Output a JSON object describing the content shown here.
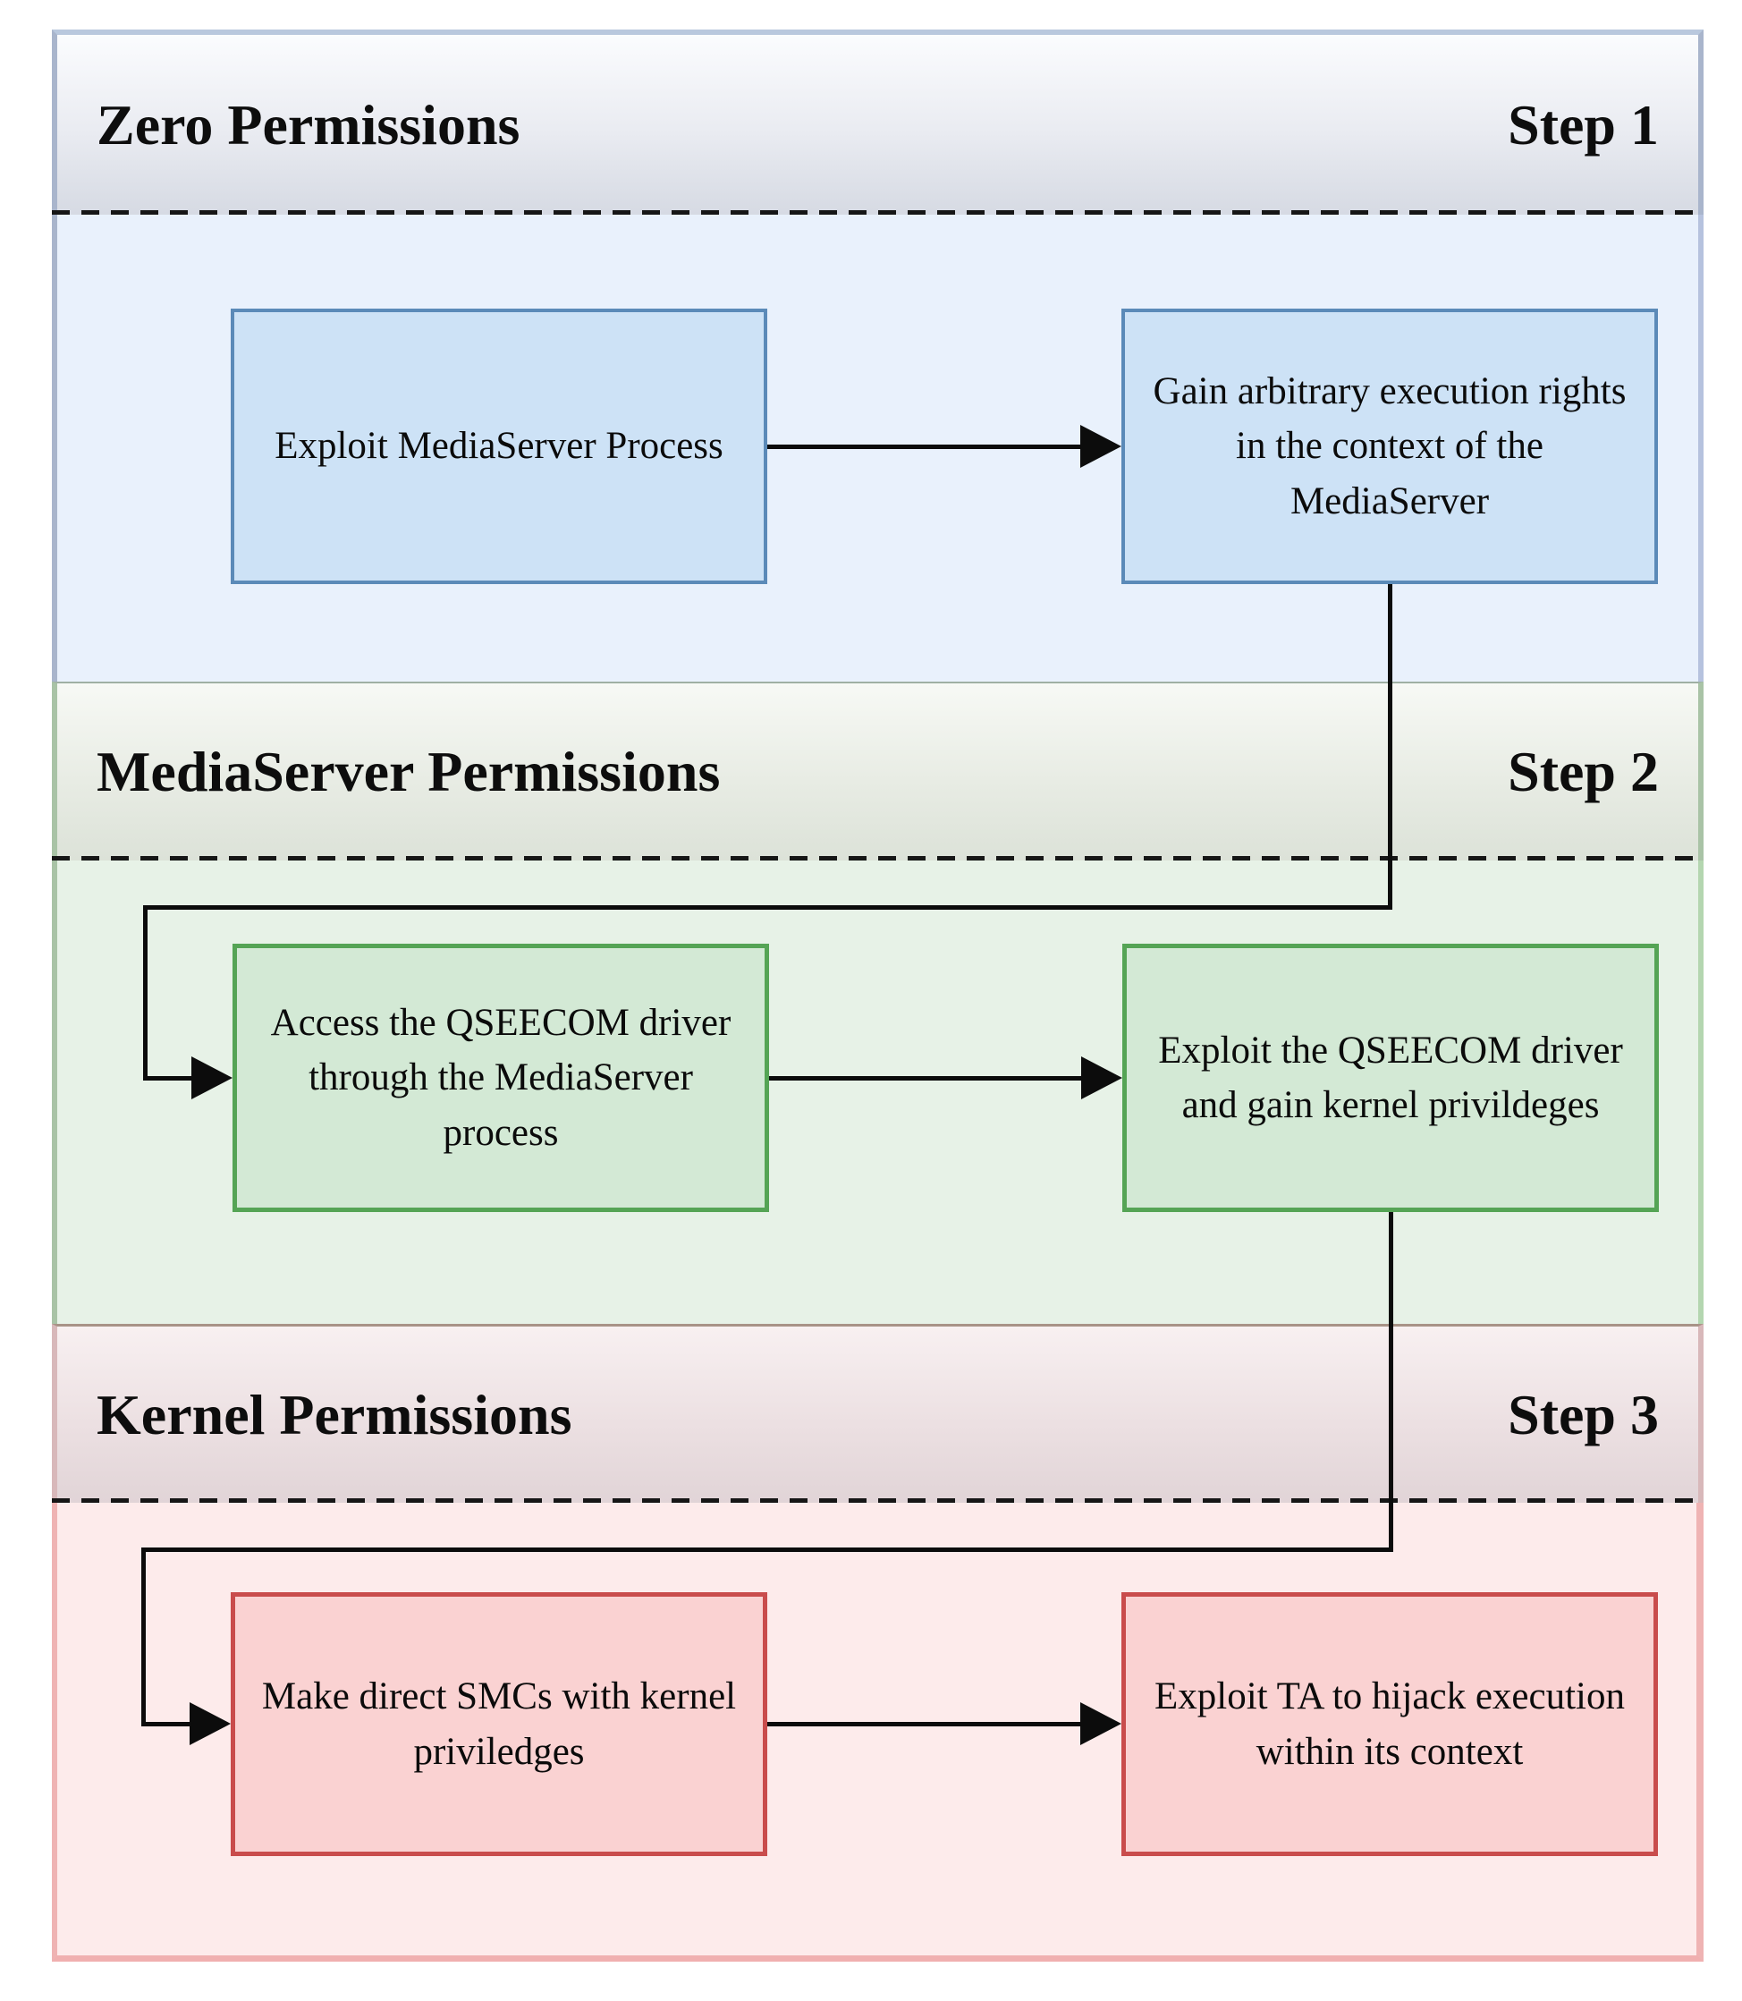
{
  "figure": {
    "type": "flowchart",
    "bands": [
      {
        "label": "Zero Permissions",
        "step": "Step 1",
        "boxes": [
          {
            "text": "Exploit MediaServer Process"
          },
          {
            "text": "Gain arbitrary execution rights in the context of the MediaServer"
          }
        ],
        "colors": {
          "header": "#e9ebf1",
          "content": "#e9f1fc",
          "box_fill": "#cde2f6",
          "box_border": "#5b8ab8"
        }
      },
      {
        "label": "MediaServer Permissions",
        "step": "Step 2",
        "boxes": [
          {
            "text": "Access the QSEECOM driver through the MediaServer process"
          },
          {
            "text": "Exploit the QSEECOM driver and gain kernel privildeges"
          }
        ],
        "colors": {
          "header": "#e8ece4",
          "content": "#e7f2e7",
          "box_fill": "#d3e9d5",
          "box_border": "#55a455"
        }
      },
      {
        "label": "Kernel Permissions",
        "step": "Step 3",
        "boxes": [
          {
            "text": "Make direct SMCs with kernel priviledges"
          },
          {
            "text": "Exploit TA to hijack execution within its context"
          }
        ],
        "colors": {
          "header": "#ece0e2",
          "content": "#fdebeb",
          "box_fill": "#fad2d2",
          "box_border": "#c94c4c"
        }
      }
    ],
    "connector_color": "#0c0c0c",
    "separator_style": "dashed"
  }
}
